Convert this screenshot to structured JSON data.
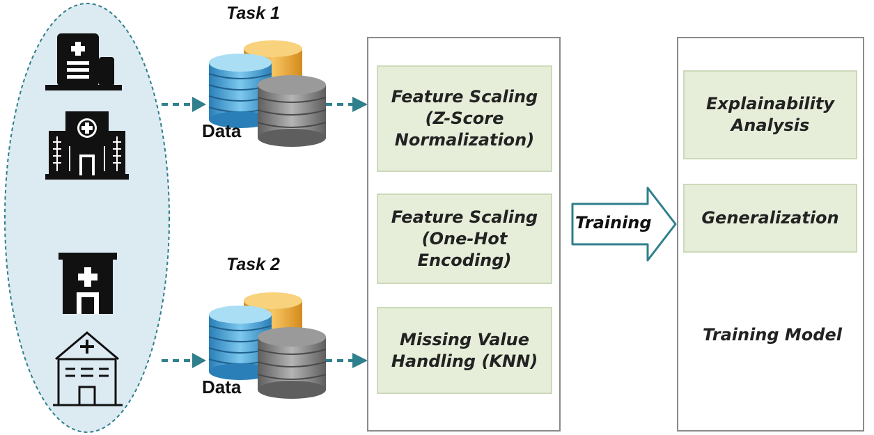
{
  "tasks": {
    "task1": "Task 1",
    "task2": "Task 2"
  },
  "data_labels": {
    "top": "Data",
    "bottom": "Data"
  },
  "preprocessing": {
    "scaling_z": "Feature Scaling\n(Z-Score\nNormalization)",
    "scaling_onehot": "Feature Scaling\n(One-Hot\nEncoding)",
    "missing": "Missing Value\nHandling (KNN)"
  },
  "training_arrow": "Training",
  "model_panel": {
    "explainability": "Explainability\nAnalysis",
    "generalization": "Generalization",
    "training_model": "Training Model"
  },
  "colors": {
    "teal_arrow": "#2f7f8c",
    "hospital_group_fill": "#dceaf2",
    "step_fill": "#e6eed9",
    "model_ellipse_fill": "#f6dd8a",
    "db_blue": "#5ab0dc",
    "db_orange": "#f2b13c",
    "db_gray": "#8c8c8c"
  }
}
